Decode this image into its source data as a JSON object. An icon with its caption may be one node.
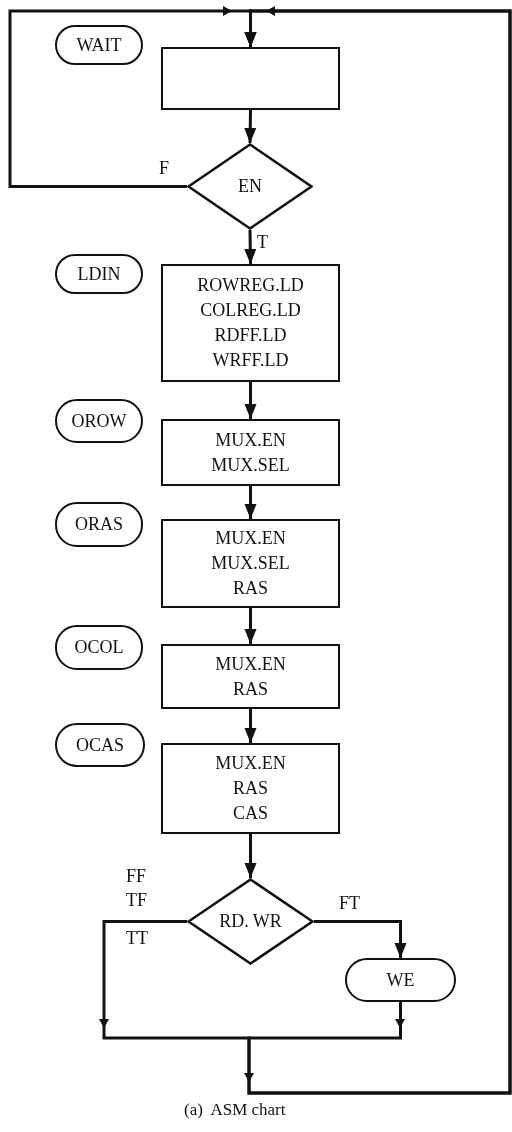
{
  "diagram": {
    "caption": "(a)  ASM chart",
    "nodes": [
      {
        "text": [
          "WAIT"
        ]
      },
      {
        "text": [],
        "shape": "box"
      },
      {
        "text": [
          "EN"
        ]
      },
      {
        "text": [
          "LDIN"
        ]
      },
      {
        "text": [
          "ROWREG.LD",
          "COLREG.LD",
          "RDFF.LD",
          "WRFF.LD"
        ]
      },
      {
        "text": [
          "OROW"
        ]
      },
      {
        "text": [
          "MUX.EN",
          "MUX.SEL"
        ]
      },
      {
        "text": [
          "ORAS"
        ]
      },
      {
        "text": [
          "MUX.EN",
          "MUX.SEL",
          "RAS"
        ]
      },
      {
        "text": [
          "OCOL"
        ]
      },
      {
        "text": [
          "MUX.EN",
          "RAS"
        ]
      },
      {
        "text": [
          "OCAS"
        ]
      },
      {
        "text": [
          "MUX.EN",
          "RAS",
          "CAS"
        ]
      },
      {
        "text": [
          "RD. WR"
        ]
      },
      {
        "text": [
          "WE"
        ]
      }
    ],
    "edges": [
      {
        "from": 1,
        "to": 2,
        "arrow": "to"
      },
      {
        "from": 2,
        "to": 1,
        "arrow": "to",
        "label": "F"
      },
      {
        "from": 2,
        "to": 4,
        "arrow": "to",
        "label": "T"
      },
      {
        "from": 4,
        "to": 6,
        "arrow": "to"
      },
      {
        "from": 6,
        "to": 8,
        "arrow": "to"
      },
      {
        "from": 8,
        "to": 10,
        "arrow": "to"
      },
      {
        "from": 10,
        "to": 12,
        "arrow": "to"
      },
      {
        "from": 12,
        "to": 13,
        "arrow": "to"
      },
      {
        "from": 13,
        "to": 14,
        "arrow": "to",
        "label": "FT"
      },
      {
        "from": 13,
        "to": 1,
        "arrow": "to"
      },
      {
        "from": 14,
        "to": 1,
        "arrow": "to"
      }
    ],
    "labels": [
      "FF",
      "TF",
      "TT"
    ]
  }
}
